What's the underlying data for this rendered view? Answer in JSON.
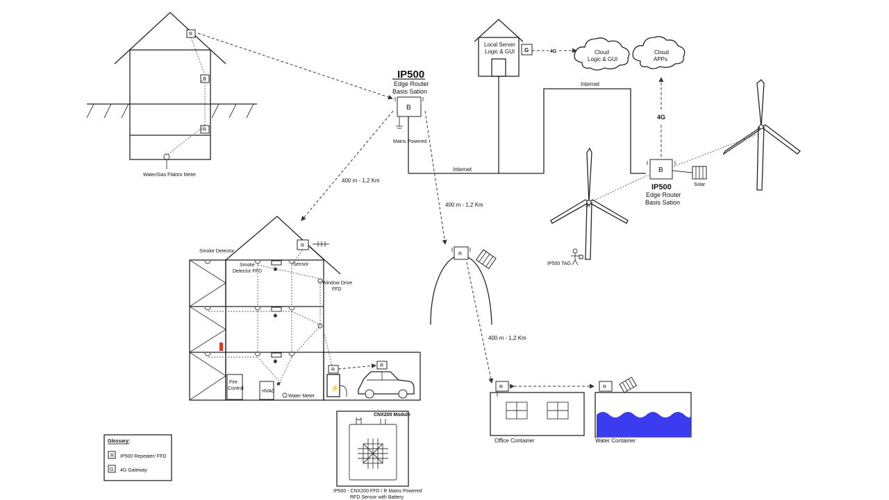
{
  "colors": {
    "water": "#3b3bf0",
    "line": "#222222"
  },
  "router_main": {
    "name": "IP500",
    "line1": "Edge Router",
    "line2": "Basis Sation",
    "letter": "B",
    "power": "Mains Powered"
  },
  "router_wind": {
    "name": "IP500",
    "line1": "Edge Router",
    "line2": "Basis Sation",
    "letter": "B"
  },
  "local_server": {
    "line1": "Local Server",
    "line2": "Logic & GUI",
    "gateway_letter": "G"
  },
  "cloud_logic": {
    "line1": "Cloud",
    "line2": "Logic & GUI"
  },
  "cloud_apps": {
    "line1": "Cloud",
    "line2": "APPs"
  },
  "links": {
    "lte_left": "4G",
    "lte_vertical": "4G",
    "internet_left": "Internet",
    "internet_top": "Internet"
  },
  "distances": {
    "to_building": "400 m - 1,2 Km",
    "to_hill": "400 m - 1,2 Km",
    "to_office": "400 m - 1,2 Km"
  },
  "labels": {
    "meter": "Water/Gas Flaktro Meter",
    "solar": "Solar",
    "tag": "IP500 TAG",
    "smoke_detector": "Smoke Detector",
    "smoke_detector_ffd_1": "Smoke",
    "smoke_detector_ffd_2": "Detector FFD",
    "sensor": "Sensor",
    "window_drive_1": "Window Drive",
    "window_drive_2": "FFD",
    "fire_control_1": "Fire",
    "fire_control_2": "Control",
    "hvac": "HVAC",
    "water_meter": "Water Meter",
    "office_container": "Office Container",
    "water_container": "Water Container",
    "module_title": "CNX200 Module",
    "module_caption_1": "IP500 - CNX200 FFD / R Mains Powered",
    "module_caption_2": "RFD Sensor with Battery"
  },
  "node_letter": "R",
  "glossary": {
    "title": "Glossary:",
    "items": [
      {
        "symbol": "R",
        "label": "IP500 Repeater/ FFD"
      },
      {
        "symbol": "G",
        "label": "4G Gateway"
      }
    ]
  }
}
